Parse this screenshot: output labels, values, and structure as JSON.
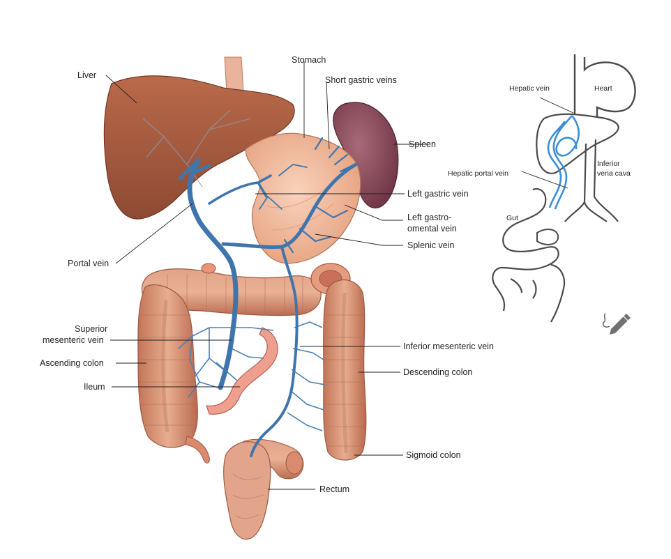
{
  "labels": {
    "liver": "Liver",
    "stomach": "Stomach",
    "short_gastric": "Short gastric veins",
    "spleen": "Spleen",
    "left_gastric": "Left gastric vein",
    "left_gastro_1": "Left gastro-",
    "left_gastro_2": "omental vein",
    "splenic": "Splenic vein",
    "portal": "Portal vein",
    "sup_mes_1": "Superior",
    "sup_mes_2": "mesenteric vein",
    "inf_mes": "Inferior mesenteric vein",
    "ascending": "Ascending colon",
    "descending": "Descending colon",
    "ileum": "Ileum",
    "sigmoid": "Sigmoid colon",
    "rectum": "Rectum"
  },
  "inset": {
    "hepatic_vein": "Hepatic vein",
    "heart": "Heart",
    "ivc_1": "Inferior",
    "ivc_2": "vena cava",
    "hpv": "Hepatic portal vein",
    "gut": "Gut"
  },
  "icons": {
    "edit": "pencil-edit-icon"
  },
  "colors": {
    "vein": "#3f75ad",
    "liver": "#a65a3e",
    "stomach": "#f0b89a",
    "spleen": "#8f5060",
    "colon": "#d89274",
    "ileum": "#ec9e8e",
    "inset_vein": "#3b8fd6"
  }
}
